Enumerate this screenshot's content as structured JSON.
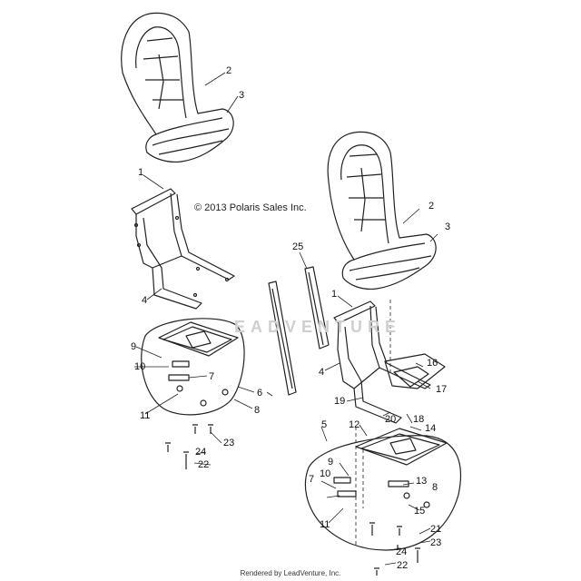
{
  "copyright": "© 2013 Polaris Sales Inc.",
  "footer": "Rendered by LeadVenture, Inc.",
  "watermark": "EADVENTURE",
  "callouts": {
    "c1a": "1",
    "c1b": "1",
    "c2a": "2",
    "c2b": "2",
    "c3a": "3",
    "c3b": "3",
    "c4a": "4",
    "c4b": "4",
    "c5": "5",
    "c6": "6",
    "c7a": "7",
    "c7b": "7",
    "c8a": "8",
    "c8b": "8",
    "c9a": "9",
    "c9b": "9",
    "c10a": "10",
    "c10b": "10",
    "c11a": "11",
    "c11b": "11",
    "c12": "12",
    "c13": "13",
    "c14": "14",
    "c15": "15",
    "c16": "16",
    "c17": "17",
    "c18": "18",
    "c19": "19",
    "c20": "20",
    "c21": "21",
    "c22a": "22",
    "c22b": "22",
    "c23a": "23",
    "c23b": "23",
    "c24a": "24",
    "c24b": "24",
    "c25": "25"
  }
}
